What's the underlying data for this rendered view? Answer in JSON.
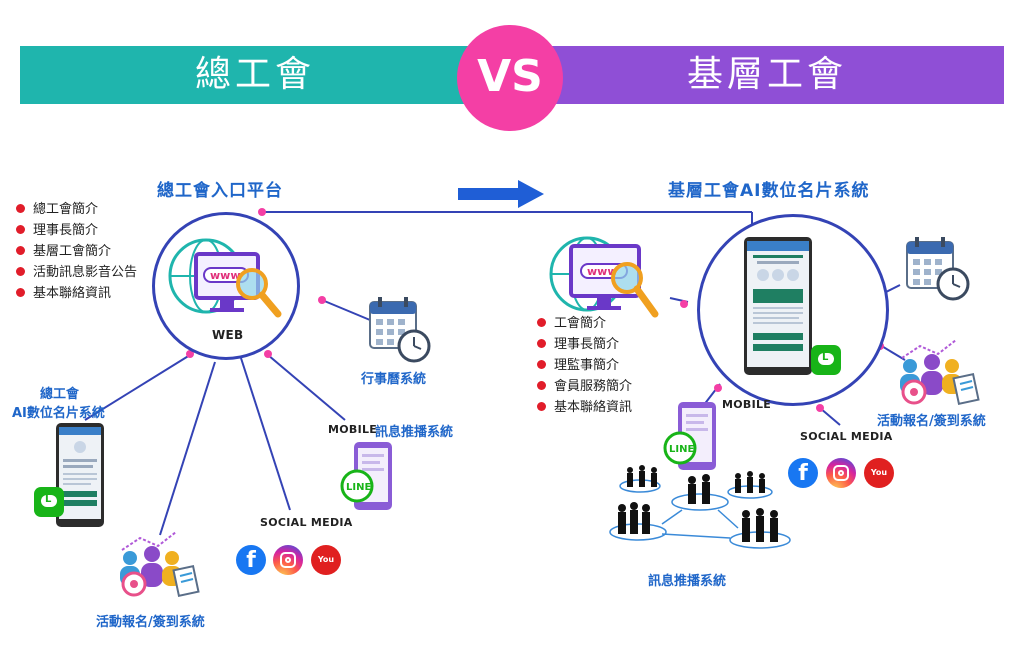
{
  "banner": {
    "left_title": "總工會",
    "vs_label": "VS",
    "right_title": "基層工會"
  },
  "left": {
    "heading": "總工會入口平台",
    "bullets": [
      "總工會簡介",
      "理事長簡介",
      "基層工會簡介",
      "活動訊息影音公告",
      "基本聯絡資訊"
    ],
    "web_label": "WEB",
    "calendar_label": "行事曆系統",
    "ai_card_label_line1": "總工會",
    "ai_card_label_line2": "AI數位名片系統",
    "mobile_label": "MOBILE",
    "push_label": "訊息推播系統",
    "social_label": "SOCIAL MEDIA",
    "event_label": "活動報名/簽到系統",
    "line_text": "LINE"
  },
  "right": {
    "heading": "基層工會AI數位名片系統",
    "bullets": [
      "工會簡介",
      "理事長簡介",
      "理監事簡介",
      "會員服務簡介",
      "基本聯絡資訊"
    ],
    "mobile_label": "MOBILE",
    "social_label": "SOCIAL MEDIA",
    "event_label": "活動報名/簽到系統",
    "push_label": "訊息推播系統",
    "line_text": "LINE"
  },
  "icons": {
    "web": "www-monitor-magnifier-icon",
    "calendar": "calendar-clock-icon",
    "phone": "smartphone-icon",
    "line": "line-app-icon",
    "facebook": "facebook-icon",
    "instagram": "instagram-icon",
    "youtube": "youtube-icon",
    "event": "people-target-checklist-icon",
    "crowd": "business-people-network-icon",
    "arrow": "right-arrow-icon"
  },
  "colors": {
    "teal": "#1fb5ad",
    "purple": "#8f4fd6",
    "pink": "#f43fa5",
    "navy": "#3443b5",
    "blue_text": "#1f66c9",
    "bullet_red": "#e11d2a"
  }
}
